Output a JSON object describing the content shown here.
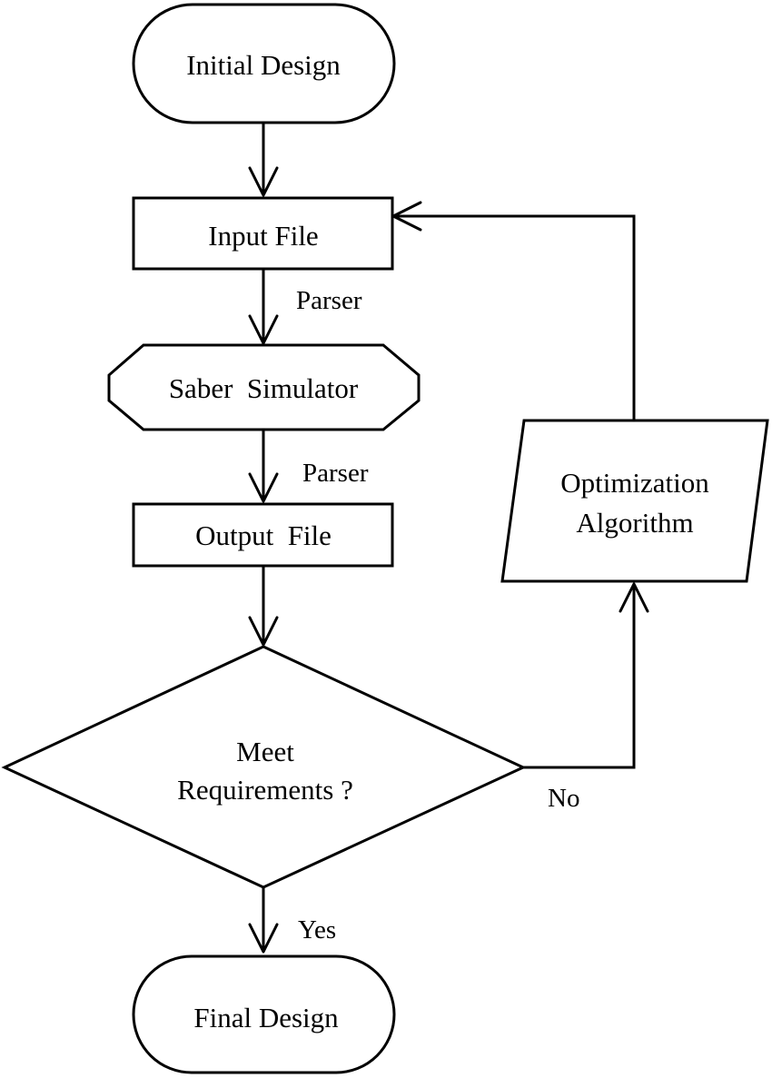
{
  "nodes": {
    "initial_design": {
      "label": "Initial Design",
      "shape": "terminator"
    },
    "input_file": {
      "label": "Input File",
      "shape": "process"
    },
    "saber_simulator": {
      "label": "Saber  Simulator",
      "shape": "octagon"
    },
    "output_file": {
      "label": "Output  File",
      "shape": "process"
    },
    "meet_requirements": {
      "line1": "Meet",
      "line2": "Requirements ?",
      "shape": "decision"
    },
    "optimization_algorithm": {
      "line1": "Optimization",
      "line2": "Algorithm",
      "shape": "parallelogram"
    },
    "final_design": {
      "label": "Final Design",
      "shape": "terminator"
    }
  },
  "edges": {
    "input_to_simulator": {
      "label": "Parser"
    },
    "simulator_to_output": {
      "label": "Parser"
    },
    "decision_to_optimization": {
      "label": "No"
    },
    "decision_to_final": {
      "label": "Yes"
    }
  },
  "colors": {
    "stroke": "#000000",
    "fill": "#ffffff",
    "text": "#000000"
  }
}
